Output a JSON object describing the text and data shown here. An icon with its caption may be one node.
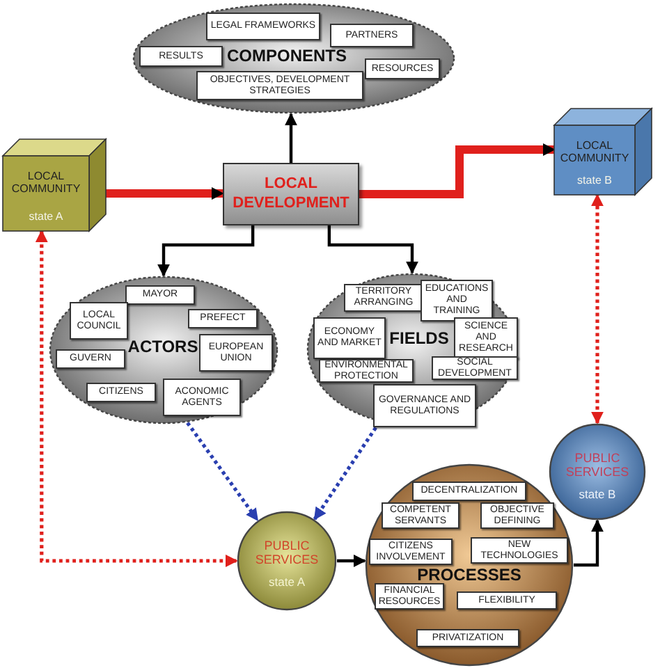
{
  "diagram": {
    "nodes": [
      {
        "text": [
          "COMPONENTS"
        ]
      },
      {
        "text": [
          "LEGAL FRAMEWORKS"
        ],
        "in": 0
      },
      {
        "text": [
          "PARTNERS"
        ],
        "in": 0
      },
      {
        "text": [
          "RESULTS"
        ],
        "in": 0
      },
      {
        "text": [
          "RESOURCES"
        ],
        "in": 0
      },
      {
        "text": [
          "OBJECTIVES, DEVELOPMENT STRATEGIES"
        ],
        "in": 0
      },
      {
        "text": [
          "LOCAL COMMUNITY",
          "state A"
        ]
      },
      {
        "text": [
          "LOCAL DEVELOPMENT"
        ]
      },
      {
        "text": [
          "LOCAL COMMUNITY",
          "state B"
        ]
      },
      {
        "text": [
          "ACTORS"
        ]
      },
      {
        "text": [
          "MAYOR"
        ],
        "in": 9
      },
      {
        "text": [
          "LOCAL COUNCIL"
        ],
        "in": 9
      },
      {
        "text": [
          "PREFECT"
        ],
        "in": 9
      },
      {
        "text": [
          "GUVERN"
        ],
        "in": 9
      },
      {
        "text": [
          "EUROPEAN UNION"
        ],
        "in": 9
      },
      {
        "text": [
          "CITIZENS"
        ],
        "in": 9
      },
      {
        "text": [
          "ACONOMIC AGENTS"
        ],
        "in": 9
      },
      {
        "text": [
          "FIELDS"
        ]
      },
      {
        "text": [
          "TERRITORY ARRANGING"
        ],
        "in": 17
      },
      {
        "text": [
          "EDUCATIONS AND TRAINING"
        ],
        "in": 17
      },
      {
        "text": [
          "ECONOMY AND MARKET"
        ],
        "in": 17
      },
      {
        "text": [
          "SCIENCE AND RESEARCH"
        ],
        "in": 17
      },
      {
        "text": [
          "ENVIRONMENTAL PROTECTION"
        ],
        "in": 17
      },
      {
        "text": [
          "SOCIAL DEVELOPMENT"
        ],
        "in": 17
      },
      {
        "text": [
          "GOVERNANCE AND REGULATIONS"
        ],
        "in": 17
      },
      {
        "text": [
          "PUBLIC SERVICES",
          "state A"
        ]
      },
      {
        "text": [
          "PROCESSES"
        ]
      },
      {
        "text": [
          "DECENTRALIZATION"
        ],
        "in": 26
      },
      {
        "text": [
          "COMPETENT SERVANTS"
        ],
        "in": 26
      },
      {
        "text": [
          "OBJECTIVE DEFINING"
        ],
        "in": 26
      },
      {
        "text": [
          "CITIZENS INVOLVEMENT"
        ],
        "in": 26
      },
      {
        "text": [
          "NEW TECHNOLOGIES"
        ],
        "in": 26
      },
      {
        "text": [
          "FINANCIAL RESOURCES"
        ],
        "in": 26
      },
      {
        "text": [
          "FLEXIBILITY"
        ],
        "in": 26
      },
      {
        "text": [
          "PRIVATIZATION"
        ],
        "in": 26
      },
      {
        "text": [
          "PUBLIC SERVICES",
          "state B"
        ]
      }
    ],
    "edges": [
      {
        "from": 6,
        "to": 7,
        "arrow": "to",
        "style": "thick",
        "color": "#e0201c"
      },
      {
        "from": 7,
        "to": 8,
        "arrow": "to",
        "style": "thick",
        "color": "#e0201c"
      },
      {
        "from": 7,
        "to": 0,
        "arrow": "to"
      },
      {
        "from": 7,
        "to": 9,
        "arrow": "to"
      },
      {
        "from": 7,
        "to": 17,
        "arrow": "to"
      },
      {
        "from": 9,
        "to": 25,
        "arrow": "to",
        "style": "dashed",
        "color": "#2a3fb0"
      },
      {
        "from": 17,
        "to": 25,
        "arrow": "to",
        "style": "dashed",
        "color": "#2a3fb0"
      },
      {
        "from": 6,
        "to": 25,
        "arrow": "both",
        "style": "dashed",
        "color": "#e0201c"
      },
      {
        "from": 25,
        "to": 26,
        "arrow": "to"
      },
      {
        "from": 26,
        "to": 35,
        "arrow": "to"
      },
      {
        "from": 35,
        "to": 8,
        "arrow": "both",
        "style": "dashed",
        "color": "#e0201c"
      }
    ]
  }
}
